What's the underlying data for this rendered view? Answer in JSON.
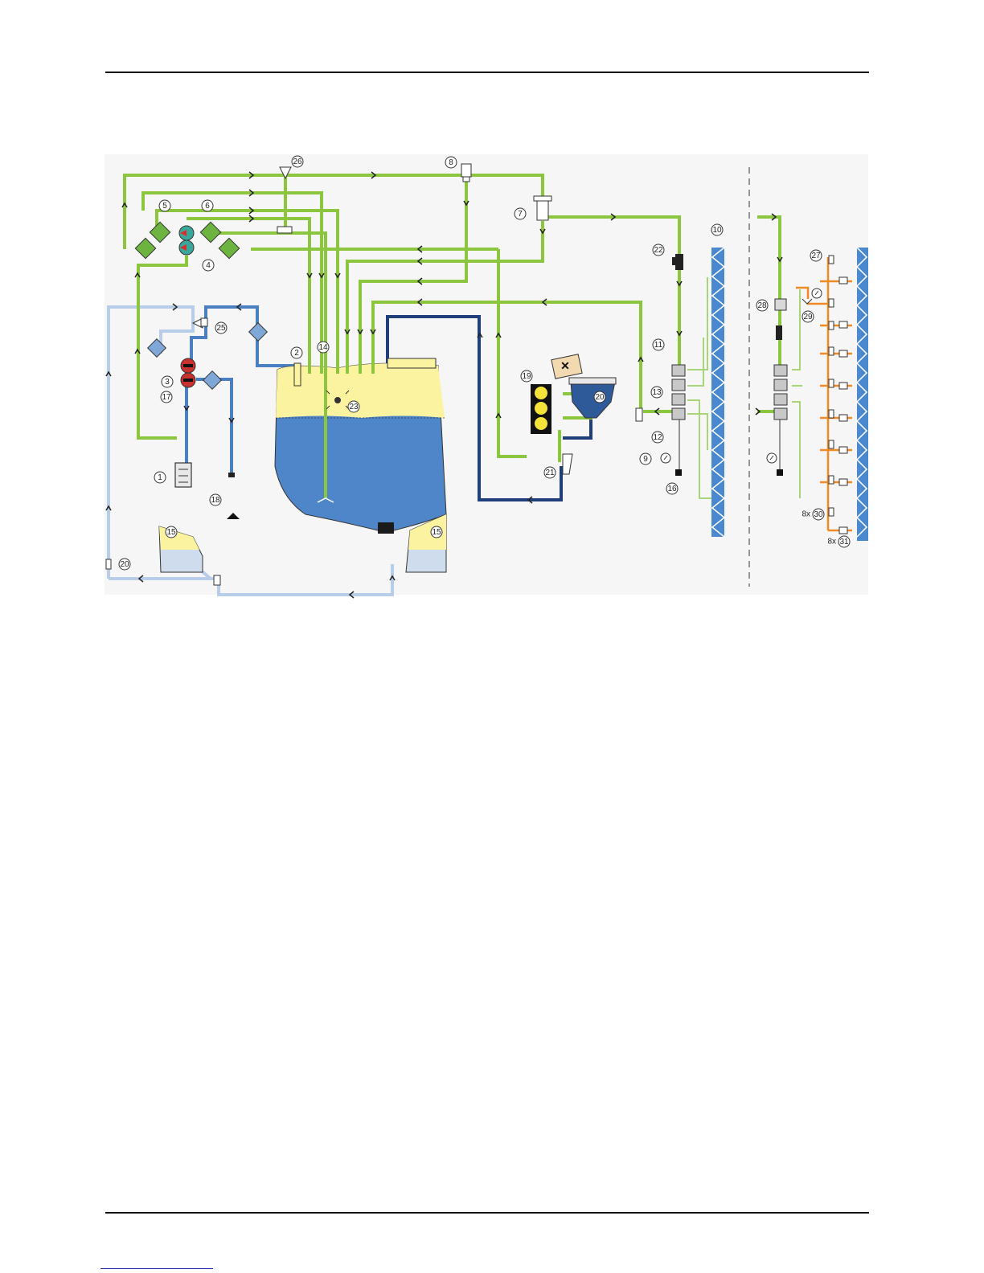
{
  "diagram": {
    "callouts": [
      {
        "id": "c1",
        "text": "1"
      },
      {
        "id": "c2",
        "text": "2"
      },
      {
        "id": "c3",
        "text": "3"
      },
      {
        "id": "c4",
        "text": "4"
      },
      {
        "id": "c5",
        "text": "5"
      },
      {
        "id": "c6",
        "text": "6"
      },
      {
        "id": "c7",
        "text": "7"
      },
      {
        "id": "c8",
        "text": "8"
      },
      {
        "id": "c9",
        "text": "9"
      },
      {
        "id": "c10",
        "text": "10"
      },
      {
        "id": "c11",
        "text": "11"
      },
      {
        "id": "c12",
        "text": "12"
      },
      {
        "id": "c13",
        "text": "13"
      },
      {
        "id": "c14",
        "text": "14"
      },
      {
        "id": "c15a",
        "text": "15"
      },
      {
        "id": "c15b",
        "text": "15"
      },
      {
        "id": "c16",
        "text": "16"
      },
      {
        "id": "c17",
        "text": "17"
      },
      {
        "id": "c18",
        "text": "18"
      },
      {
        "id": "c19",
        "text": "19"
      },
      {
        "id": "c20a",
        "text": "20"
      },
      {
        "id": "c20b",
        "text": "20"
      },
      {
        "id": "c21",
        "text": "21"
      },
      {
        "id": "c22",
        "text": "22"
      },
      {
        "id": "c23",
        "text": "23"
      },
      {
        "id": "c25",
        "text": "25"
      },
      {
        "id": "c26",
        "text": "26"
      },
      {
        "id": "c27",
        "text": "27"
      },
      {
        "id": "c28",
        "text": "28"
      },
      {
        "id": "c29",
        "text": "29"
      },
      {
        "id": "c30",
        "text": "30"
      },
      {
        "id": "c31",
        "text": "31"
      }
    ],
    "quantity_prefix_30": "8x",
    "quantity_prefix_31": "8x",
    "colors": {
      "pressure_line": "#8cc63f",
      "suction_line": "#4a7fc1",
      "return_line": "#1f3f7a",
      "clean_water_line": "#b8cde8",
      "section_line": "#f08a24",
      "tank_solution": "#4f86c9",
      "tank_foam": "#fbf3a0",
      "boom": "#4a88d0"
    }
  }
}
